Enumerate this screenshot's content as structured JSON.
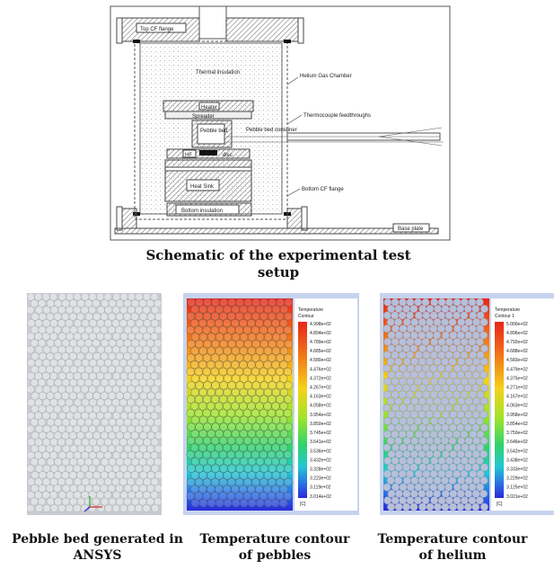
{
  "schematic": {
    "caption": "Schematic of the experimental test setup",
    "labels": {
      "top_flange": "Top CF flange",
      "thermal_insulation": "Thermal insulation",
      "helium_chamber": "Helium Gas Chamber",
      "heater": "Heater",
      "spreader": "Spreader",
      "pebble_bed": "Pebble bed",
      "pebble_bed_container": "Pebble bed container",
      "thermocouple": "Thermocouple feedthroughs",
      "hf_disc": "HF",
      "disc": "disc",
      "heat_sink": "Heat Sink",
      "bottom_flange": "Bottom CF flange",
      "bottom_insulation": "Bottom insulation",
      "base_plate": "Base plate"
    }
  },
  "panels": [
    {
      "caption": "Pebble bed generated in ANSYS"
    },
    {
      "caption": "Temperature contour of pebbles",
      "legend_title": "Temperature",
      "legend_sub": "Contour",
      "unit": "[C]",
      "values": [
        "4.998e+02",
        "4.894e+02",
        "4.789e+02",
        "4.685e+02",
        "4.580e+02",
        "4.476e+02",
        "4.372e+02",
        "4.267e+02",
        "4.163e+02",
        "4.058e+02",
        "3.954e+02",
        "3.850e+02",
        "3.745e+02",
        "3.641e+02",
        "3.536e+02",
        "3.432e+02",
        "3.328e+02",
        "3.223e+02",
        "3.119e+02",
        "3.014e+02"
      ]
    },
    {
      "caption": "Temperature contour of helium",
      "legend_title": "Temperature",
      "legend_sub": "Contour 1",
      "unit": "[C]",
      "values": [
        "5.000e+02",
        "4.896e+02",
        "4.792e+02",
        "4.688e+02",
        "4.583e+02",
        "4.479e+02",
        "4.375e+02",
        "4.271e+02",
        "4.167e+02",
        "4.063e+02",
        "3.958e+02",
        "3.854e+02",
        "3.750e+02",
        "3.646e+02",
        "3.542e+02",
        "3.438e+02",
        "3.333e+02",
        "3.229e+02",
        "3.125e+02",
        "3.021e+02"
      ]
    }
  ]
}
